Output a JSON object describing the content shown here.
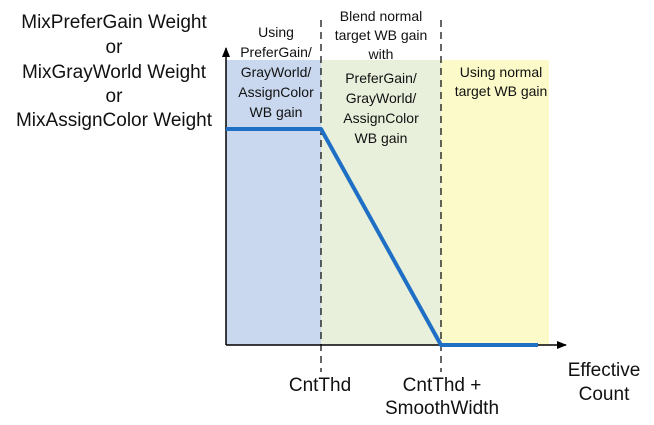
{
  "y_axis_label_lines": [
    "MixPreferGain Weight",
    "or",
    "MixGrayWorld Weight",
    "or",
    "MixAssignColor Weight"
  ],
  "regions": [
    {
      "label_lines": [
        "Using",
        "PreferGain/",
        "GrayWorld/",
        "AssignColor",
        "WB gain"
      ],
      "color": "#c9d8ee"
    },
    {
      "label_lines": [
        "Blend normal",
        "target WB gain",
        "with",
        "PreferGain/",
        "GrayWorld/",
        "AssignColor",
        "WB gain"
      ],
      "color": "#e8f0dc"
    },
    {
      "label_lines": [
        "Using normal",
        "target WB gain"
      ],
      "color": "#fbfac8"
    }
  ],
  "x_ticks": [
    {
      "label_lines": [
        "CntThd"
      ]
    },
    {
      "label_lines": [
        "CntThd +",
        "SmoothWidth"
      ]
    }
  ],
  "x_axis_label_lines": [
    "Effective",
    "Count"
  ],
  "colors": {
    "curve": "#1f6fc5",
    "axis": "#000000",
    "dashes": "#000000"
  }
}
